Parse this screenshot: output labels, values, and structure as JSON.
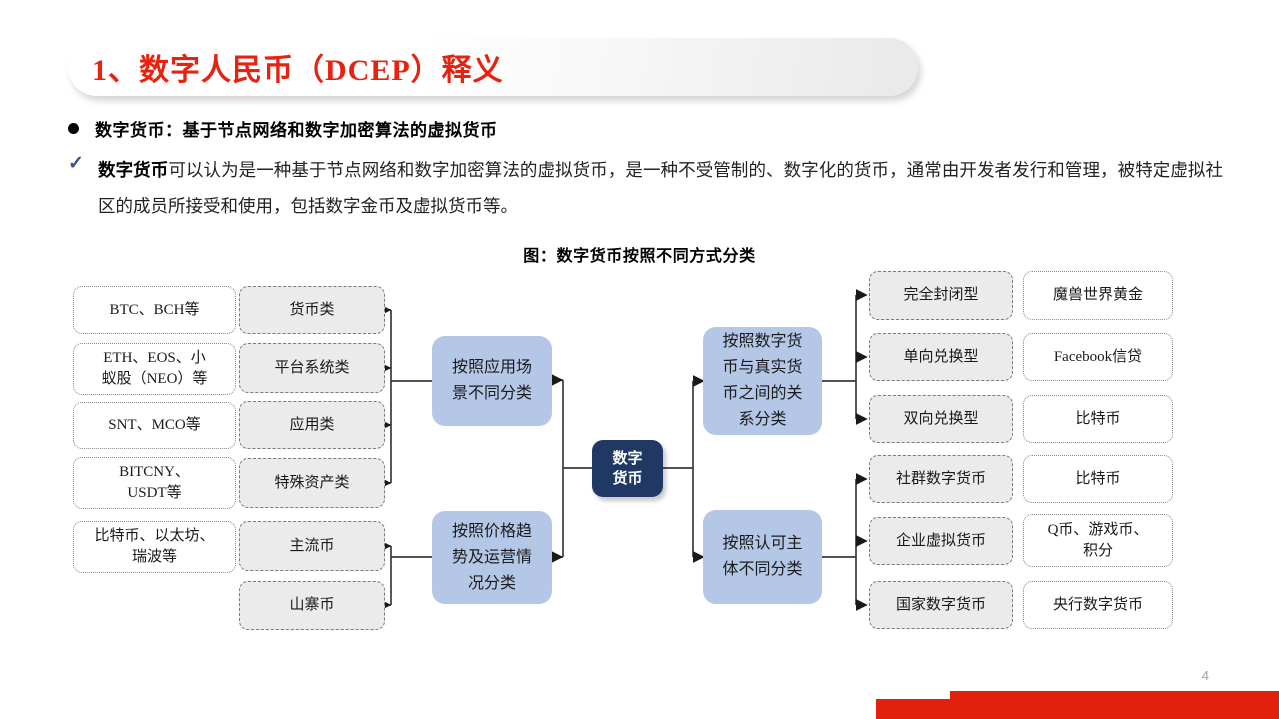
{
  "slide": {
    "title": "1、数字人民币（DCEP）释义",
    "page_number": "4",
    "accent_red": "#e8220f",
    "bar_red": "#e1210c"
  },
  "bullets": {
    "heading": "数字货币：基于节点网络和数字加密算法的虚拟货币",
    "body_bold": "数字货币",
    "body_rest": "可以认为是一种基于节点网络和数字加密算法的虚拟货币，是一种不受管制的、数字化的货币，通常由开发者发行和管理，被特定虚拟社区的成员所接受和使用，包括数字金币及虚拟货币等。"
  },
  "figure": {
    "title": "图：数字货币按照不同方式分类",
    "core": "数字\n货币",
    "core_color": "#1f3864",
    "blue_color": "#b4c7e7",
    "gray_color": "#ebebeb",
    "branches": [
      {
        "id": "app-scene",
        "label": "按照应用场\n景不同分类",
        "children": [
          {
            "category": "货币类",
            "example": "BTC、BCH等"
          },
          {
            "category": "平台系统类",
            "example": "ETH、EOS、小\n蚁股（NEO）等"
          },
          {
            "category": "应用类",
            "example": "SNT、MCO等"
          },
          {
            "category": "特殊资产类",
            "example": "BITCNY、\nUSDT等"
          }
        ]
      },
      {
        "id": "price-trend",
        "label": "按照价格趋\n势及运营情\n况分类",
        "children": [
          {
            "category": "主流币",
            "example": "比特币、以太坊、\n瑞波等"
          },
          {
            "category": "山寨币",
            "example": ""
          }
        ]
      },
      {
        "id": "real-currency-relation",
        "label": "按照数字货\n币与真实货\n币之间的关\n系分类",
        "children": [
          {
            "category": "完全封闭型",
            "example": "魔兽世界黄金"
          },
          {
            "category": "单向兑换型",
            "example": "Facebook信贷"
          },
          {
            "category": "双向兑换型",
            "example": "比特币"
          }
        ]
      },
      {
        "id": "issuer-subject",
        "label": "按照认可主\n体不同分类",
        "children": [
          {
            "category": "社群数字货币",
            "example": "比特币"
          },
          {
            "category": "企业虚拟货币",
            "example": "Q币、游戏币、\n积分"
          },
          {
            "category": "国家数字货币",
            "example": "央行数字货币"
          }
        ]
      }
    ]
  }
}
